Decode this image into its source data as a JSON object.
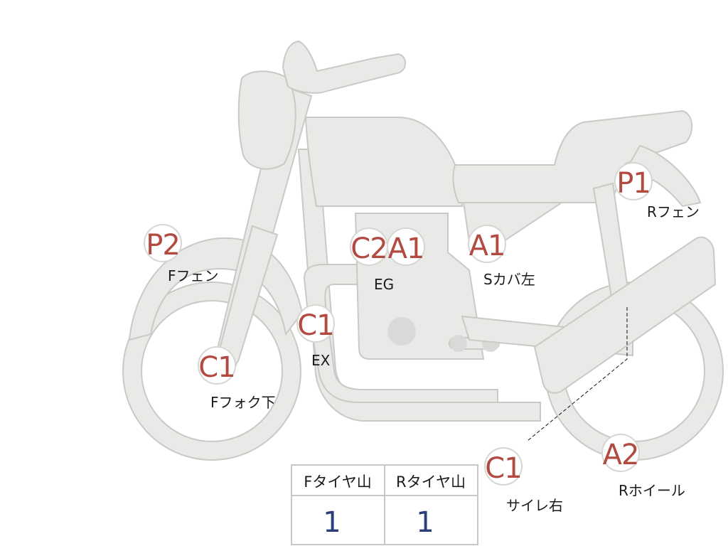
{
  "markers": [
    {
      "code": "P1",
      "label": "Rフェン"
    },
    {
      "code": "P2",
      "label": "Fフェン"
    },
    {
      "code": "C2",
      "label": ""
    },
    {
      "code": "A1",
      "label": "EG"
    },
    {
      "code": "A1",
      "label": "Sカバ左"
    },
    {
      "code": "C1",
      "label": "EX"
    },
    {
      "code": "C1",
      "label": "Fフォク下"
    },
    {
      "code": "A2",
      "label": "Rホイール"
    },
    {
      "code": "C1",
      "label": "サイレ右"
    }
  ],
  "tire_table": {
    "headers": [
      "Fタイヤ山",
      "Rタイヤ山"
    ],
    "values": [
      "1",
      "1"
    ]
  },
  "colors": {
    "code_text": "#b24a42",
    "value_text": "#2a3f78",
    "body_fill": "#e9e9e7",
    "outline": "#c9c9c6"
  }
}
